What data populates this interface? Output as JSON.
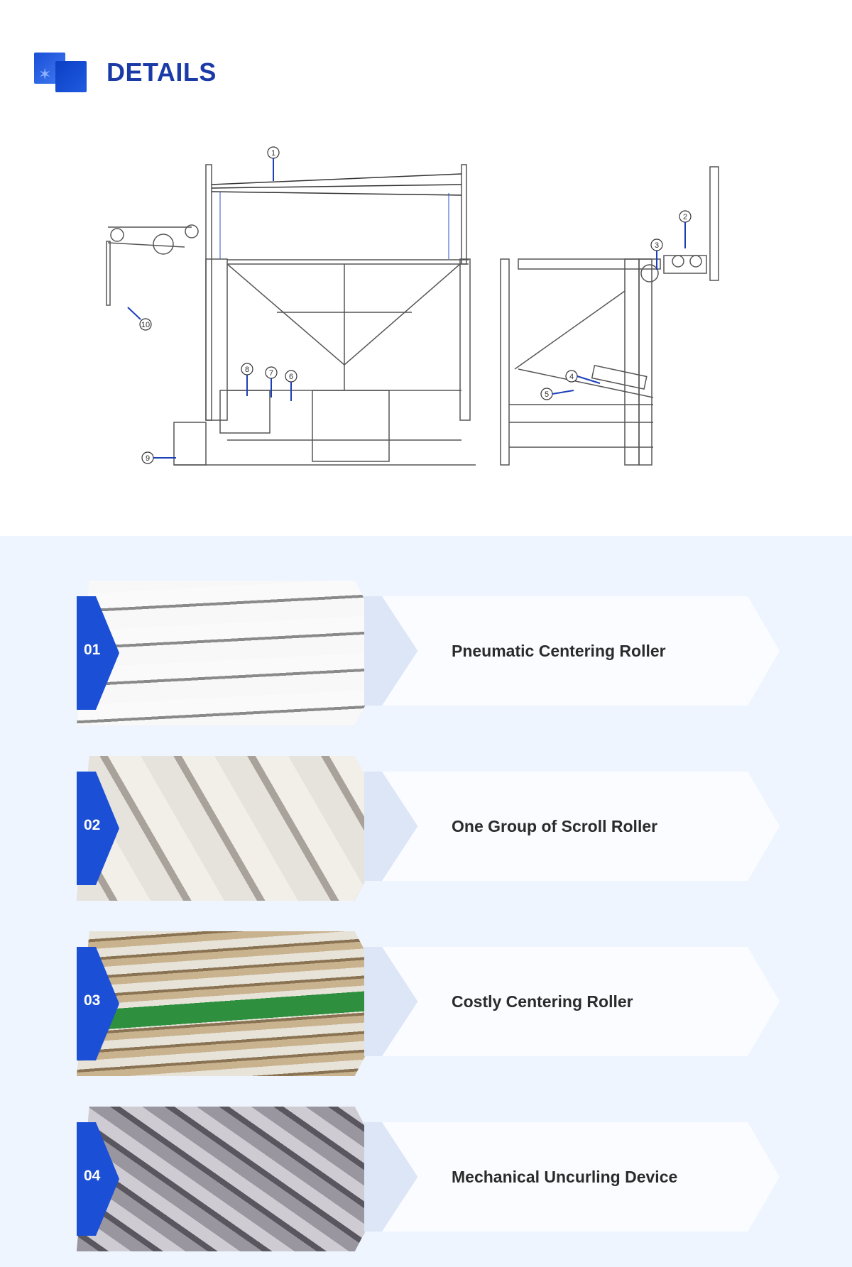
{
  "header": {
    "title": "DETAILS"
  },
  "diagram": {
    "callouts": [
      "1",
      "2",
      "3",
      "4",
      "5",
      "6",
      "7",
      "8",
      "9",
      "10"
    ]
  },
  "items": [
    {
      "number": "01",
      "label": "Pneumatic Centering Roller"
    },
    {
      "number": "02",
      "label": "One Group of Scroll Roller"
    },
    {
      "number": "03",
      "label": "Costly Centering Roller"
    },
    {
      "number": "04",
      "label": "Mechanical Uncurling Device"
    }
  ],
  "colors": {
    "accent": "#1b4fd6",
    "title": "#1a3aa8",
    "panel": "#eef5fe"
  }
}
